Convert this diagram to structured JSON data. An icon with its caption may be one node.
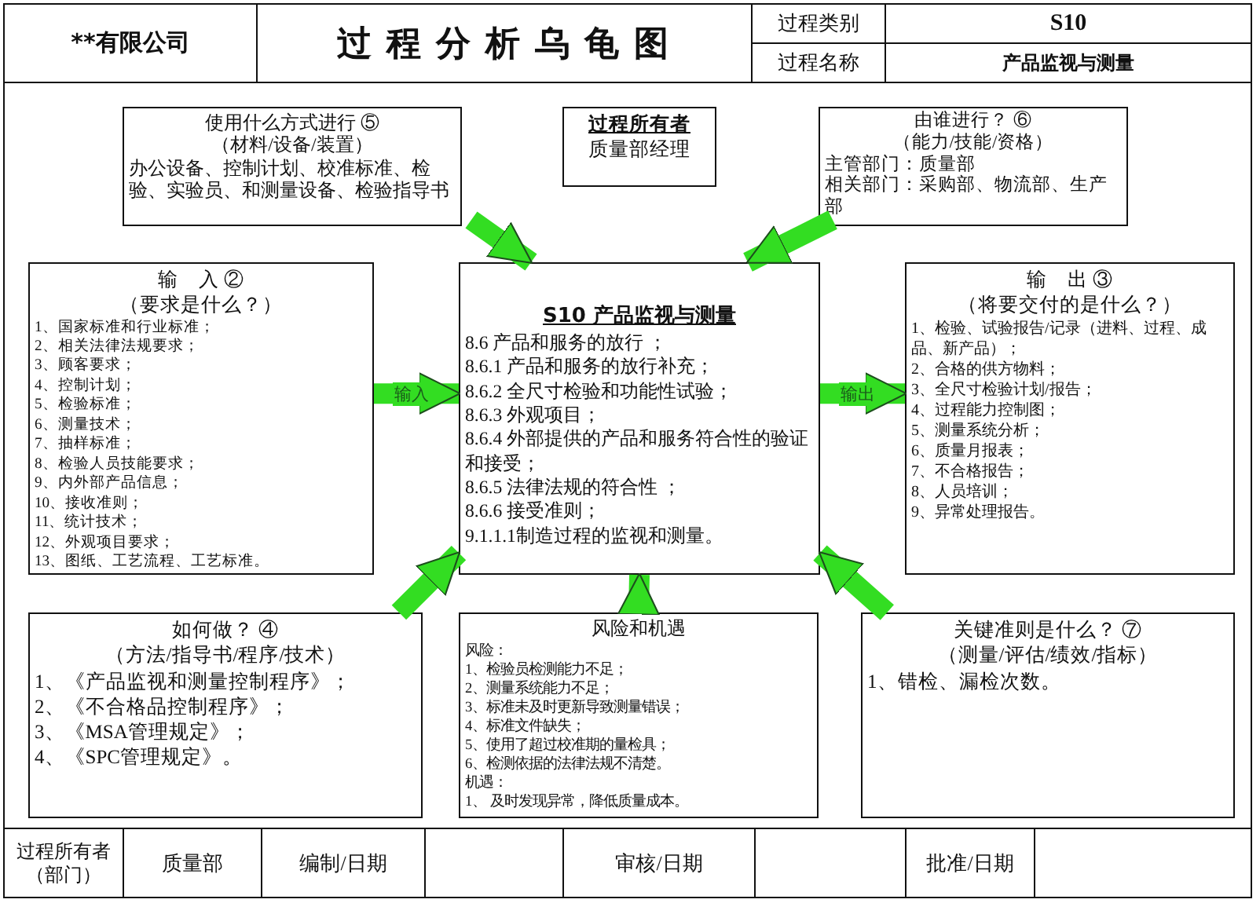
{
  "diagram": {
    "title": "过 程 分 析 乌 龟 图",
    "nodes": [
      {
        "text": [
          "使用什么方式进行 ⑤",
          "（材料/设备/装置）",
          "办公设备、控制计划、校准标准、检验、实验员、和测量设备、检验指导书"
        ]
      },
      {
        "text": [
          "过程所有者",
          "质量部经理"
        ]
      },
      {
        "text": [
          "由谁进行？ ⑥",
          "（能力/技能/资格）",
          "主管部门：质量部",
          "相关部门：采购部、物流部、生产部"
        ]
      },
      {
        "text": [
          "输　入 ②",
          "（要求是什么？）",
          "1、国家标准和行业标准；",
          "2、相关法律法规要求；",
          "3、顾客要求；",
          "4、控制计划；",
          "5、检验标准；",
          "6、测量技术；",
          "7、抽样标准；",
          "8、检验人员技能要求；",
          "9、内外部产品信息；",
          "10、接收准则；",
          "11、统计技术；",
          "12、外观项目要求；",
          "13、图纸、工艺流程、工艺标准。"
        ]
      },
      {
        "text": [
          "S10 产品监视与测量",
          "8.6 产品和服务的放行 ；",
          "8.6.1 产品和服务的放行补充；",
          "8.6.2 全尺寸检验和功能性试验；",
          "8.6.3 外观项目；",
          "8.6.4 外部提供的产品和服务符合性的验证和接受；",
          "8.6.5 法律法规的符合性 ；",
          "8.6.6 接受准则；",
          "9.1.1.1制造过程的监视和测量。"
        ]
      },
      {
        "text": [
          "输　出 ③",
          "（将要交付的是什么？）",
          "1、检验、试验报告/记录（进料、过程、成品、新产品）；",
          "2、合格的供方物料；",
          "3、全尺寸检验计划/报告；",
          "4、过程能力控制图；",
          "5、测量系统分析；",
          "6、质量月报表；",
          "7、不合格报告；",
          "8、人员培训；",
          "9、异常处理报告。"
        ]
      },
      {
        "text": [
          "如何做？ ④",
          "（方法/指导书/程序/技术）",
          "1、《产品监视和测量控制程序》；",
          "2、《不合格品控制程序》；",
          "3、《MSA管理规定》；",
          "4、《SPC管理规定》。"
        ]
      },
      {
        "text": [
          "风险和机遇",
          "风险：",
          "1、检验员检测能力不足；",
          "2、测量系统能力不足；",
          "3、标准未及时更新导致测量错误；",
          "4、标准文件缺失；",
          "5、使用了超过校准期的量检具；",
          "6、检测依据的法律法规不清楚。",
          "机遇：",
          "1、 及时发现异常，降低质量成本。"
        ]
      },
      {
        "text": [
          "关键准则是什么？ ⑦",
          "（测量/评估/绩效/指标）",
          "1、错检、漏检次数。"
        ]
      }
    ],
    "edges": [
      {
        "from": 0,
        "to": 4,
        "arrow": "to"
      },
      {
        "from": 2,
        "to": 4,
        "arrow": "to"
      },
      {
        "from": 3,
        "to": 4,
        "arrow": "to",
        "label": "输入"
      },
      {
        "from": 4,
        "to": 5,
        "arrow": "to",
        "label": "输出"
      },
      {
        "from": 6,
        "to": 4,
        "arrow": "to"
      },
      {
        "from": 7,
        "to": 4,
        "arrow": "to"
      },
      {
        "from": 8,
        "to": 4,
        "arrow": "to"
      }
    ],
    "labels": [
      "**有限公司",
      "过程类别",
      "S10",
      "过程名称",
      "产品监视与测量",
      "过程所有者（部门）",
      "质量部",
      "编制/日期",
      "审核/日期",
      "批准/日期"
    ]
  }
}
